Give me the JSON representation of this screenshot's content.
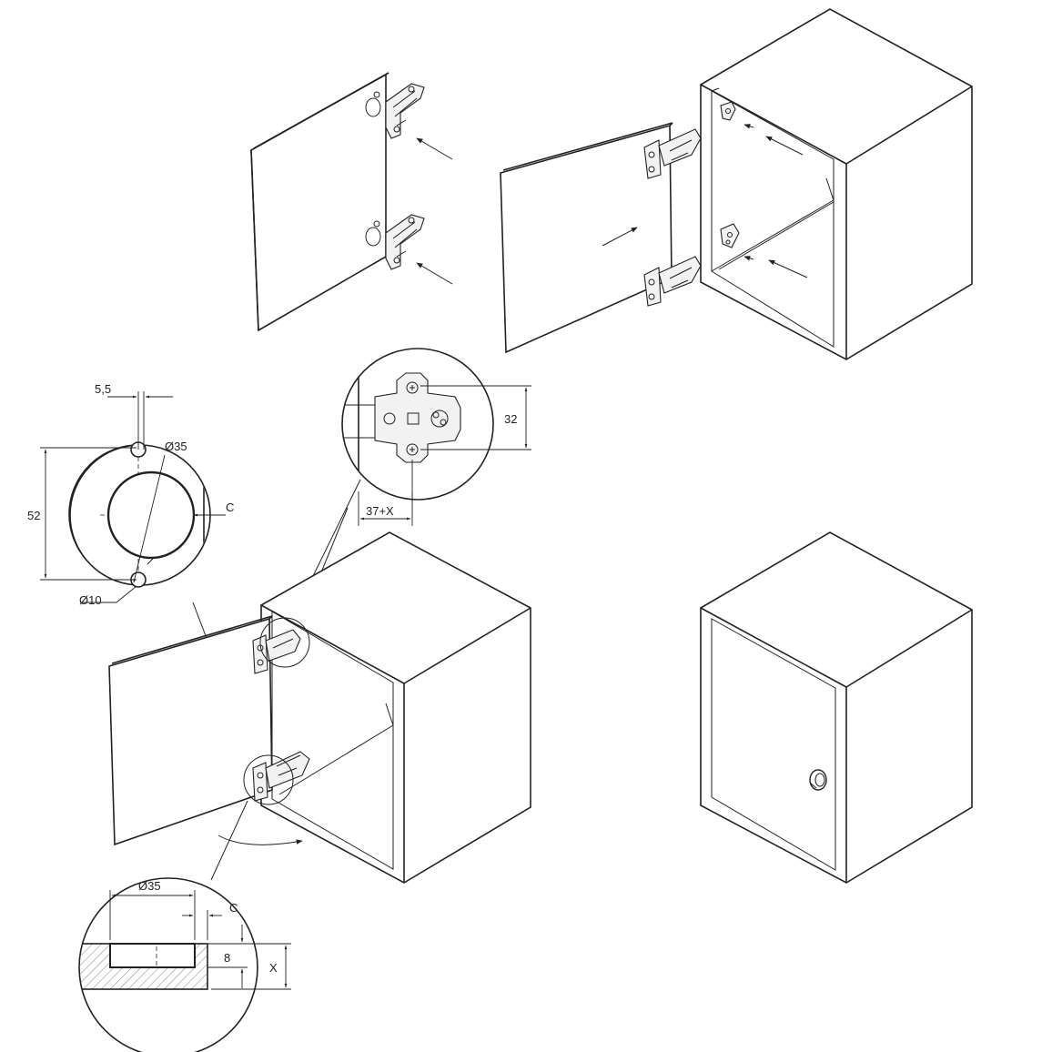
{
  "dimensions": {
    "d_5_5": "5,5",
    "d_35_top": "Ø35",
    "d_52": "52",
    "d_c_top": "C",
    "d_10": "Ø10",
    "d_32": "32",
    "d_37x": "37+X",
    "d_35_bottom": "Ø35",
    "d_c_bottom": "C",
    "d_8": "8",
    "d_x": "X"
  },
  "colors": {
    "line": "#222222",
    "background": "#ffffff",
    "hatch": "#555555"
  }
}
